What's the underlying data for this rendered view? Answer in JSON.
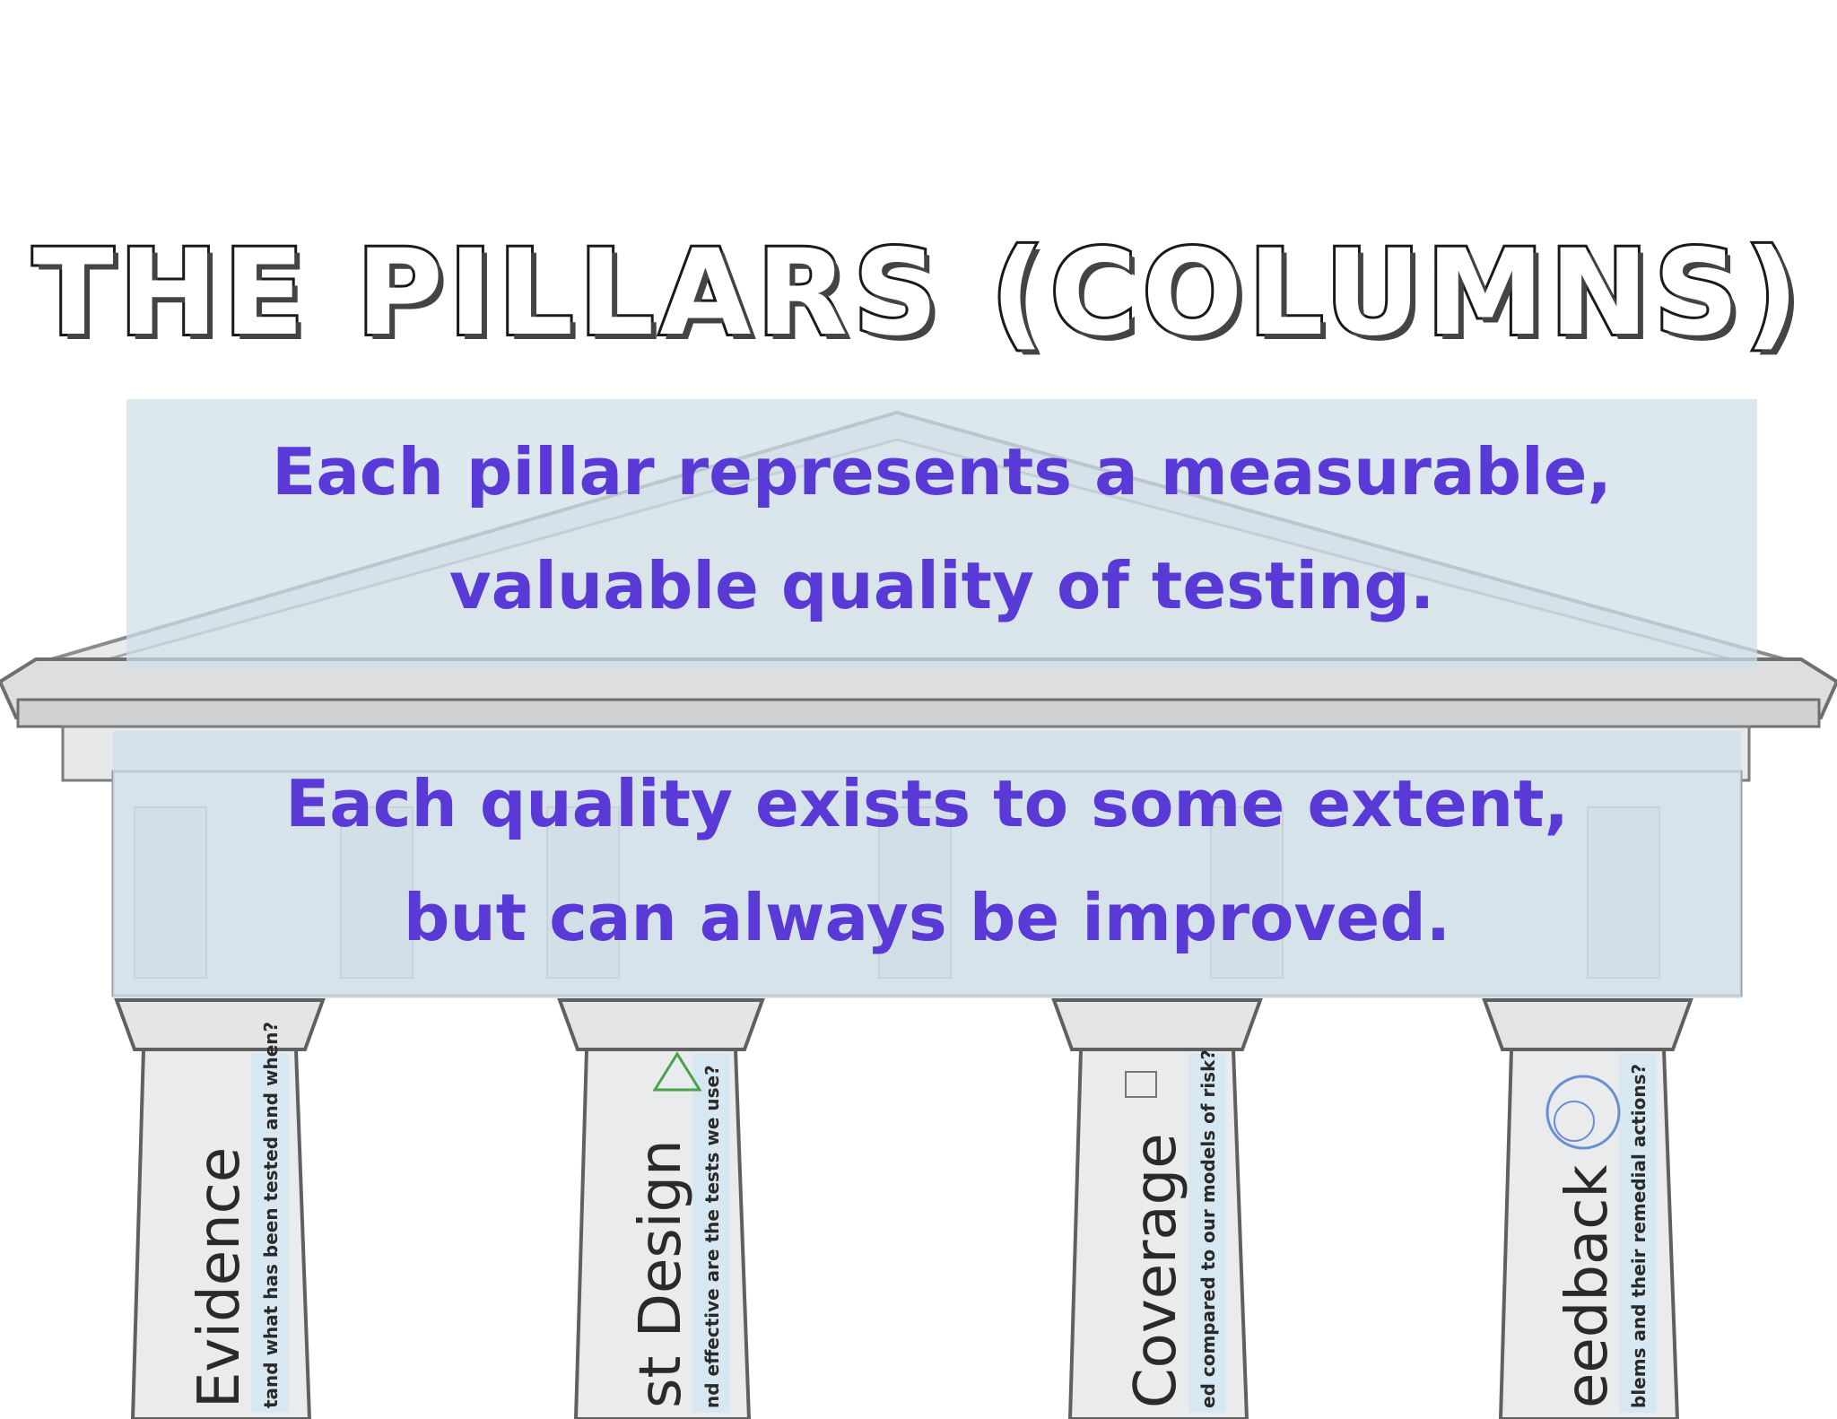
{
  "slide": {
    "title": "THE PILLARS (COLUMNS)",
    "caption_1_line_1": "Each pillar represents a measurable,",
    "caption_1_line_2": "valuable quality of testing.",
    "caption_2_line_1": "Each quality exists to some extent,",
    "caption_2_line_2": "but can always be improved.",
    "colors": {
      "caption_text": "#5a3ad6",
      "banner": "#cedee8"
    }
  },
  "pillars": [
    {
      "name": "Evidence",
      "question": "tand what has been tested and when?"
    },
    {
      "name": "st Design",
      "question": "nd effective are the tests we use?"
    },
    {
      "name": "Coverage",
      "question": "ed compared to our models of risk?"
    },
    {
      "name": "eedback",
      "question": "blems and their remedial actions?"
    }
  ]
}
